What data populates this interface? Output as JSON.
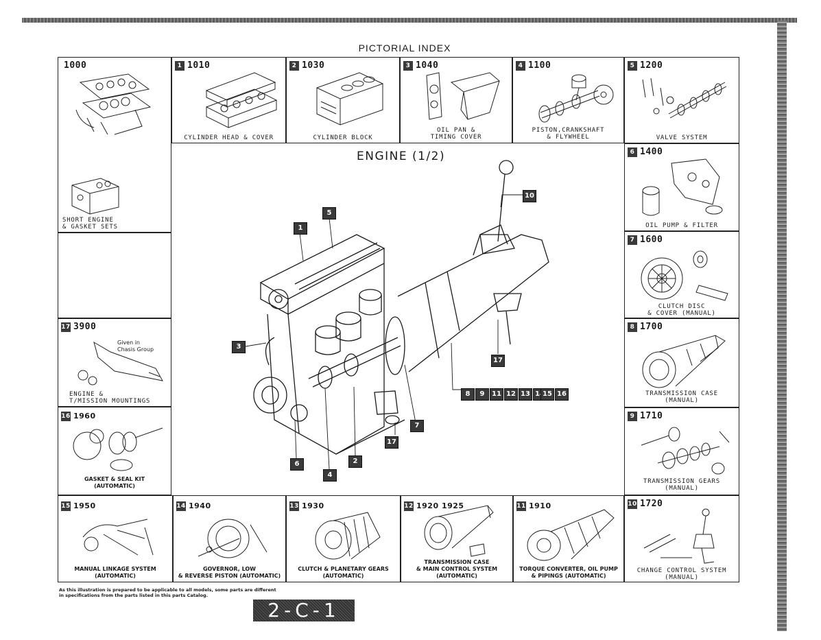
{
  "header": {
    "title": "PICTORIAL INDEX"
  },
  "main": {
    "engine_title": "ENGINE (1/2)"
  },
  "cells": {
    "c1000": {
      "code": "1000",
      "box": "",
      "caption": "SHORT ENGINE\n& GASKET SETS"
    },
    "c1010": {
      "code": "1010",
      "box": "1",
      "caption": "CYLINDER HEAD & COVER"
    },
    "c1030": {
      "code": "1030",
      "box": "2",
      "caption": "CYLINDER BLOCK"
    },
    "c1040": {
      "code": "1040",
      "box": "3",
      "caption": "OIL PAN &\nTIMING COVER"
    },
    "c1100": {
      "code": "1100",
      "box": "4",
      "caption": "PISTON,CRANKSHAFT\n& FLYWHEEL"
    },
    "c1200": {
      "code": "1200",
      "box": "5",
      "caption": "VALVE SYSTEM"
    },
    "c1400": {
      "code": "1400",
      "box": "6",
      "caption": "OIL PUMP & FILTER"
    },
    "c1600": {
      "code": "1600",
      "box": "7",
      "caption": "CLUTCH DISC\n& COVER (MANUAL)"
    },
    "c1700": {
      "code": "1700",
      "box": "8",
      "caption": "TRANSMISSION CASE\n(MANUAL)"
    },
    "c1710": {
      "code": "1710",
      "box": "9",
      "caption": "TRANSMISSION GEARS\n(MANUAL)"
    },
    "c1720": {
      "code": "1720",
      "box": "10",
      "caption": "CHANGE CONTROL SYSTEM\n(MANUAL)"
    },
    "c1910": {
      "code": "1910",
      "box": "11",
      "caption": "TORQUE CONVERTER, OIL PUMP\n& PIPINGS (AUTOMATIC)"
    },
    "c1920": {
      "code": "1920 1925",
      "box": "12",
      "caption": "TRANSMISSION CASE\n& MAIN CONTROL SYSTEM\n(AUTOMATIC)"
    },
    "c1930": {
      "code": "1930",
      "box": "13",
      "caption": "CLUTCH & PLANETARY GEARS\n(AUTOMATIC)"
    },
    "c1940": {
      "code": "1940",
      "box": "14",
      "caption": "GOVERNOR, LOW\n& REVERSE PISTON (AUTOMATIC)"
    },
    "c1950": {
      "code": "1950",
      "box": "15",
      "caption": "MANUAL LINKAGE SYSTEM\n(AUTOMATIC)"
    },
    "c1960": {
      "code": "1960",
      "box": "16",
      "caption": "GASKET & SEAL KIT\n(AUTOMATIC)"
    },
    "c3900": {
      "code": "3900",
      "box": "17",
      "caption": "ENGINE &\nT/MISSION MOUNTINGS",
      "note": "Given in\nChasis Group"
    }
  },
  "callouts": [
    "1",
    "5",
    "3",
    "10",
    "17",
    "8",
    "9",
    "11",
    "12",
    "13",
    "14",
    "15",
    "16",
    "17",
    "7",
    "2",
    "4",
    "6"
  ],
  "footer": {
    "note": "As this illustration is prepared to be applicable to all models, some parts are different\nin specifications from the parts listed in this parts Catalog.",
    "page_number": "2-C-1"
  }
}
